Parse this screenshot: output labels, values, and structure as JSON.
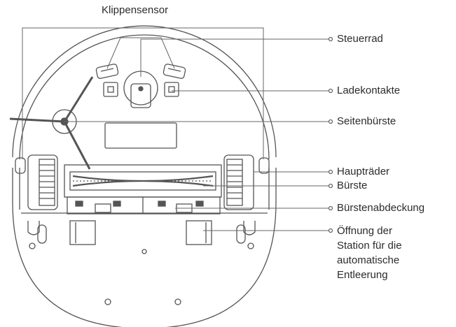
{
  "labels": {
    "top": "Klippensensor",
    "steuerrad": "Steuerrad",
    "ladekontakte": "Ladekontakte",
    "seitenbuerste": "Seitenbürste",
    "hauptraeder": "Haupträder",
    "buerste": "Bürste",
    "buerstenabdeckung": "Bürstenabdeckung",
    "oeffnung": [
      "Öffnung der",
      "Station für die",
      "automatische",
      "Entleerung"
    ]
  }
}
